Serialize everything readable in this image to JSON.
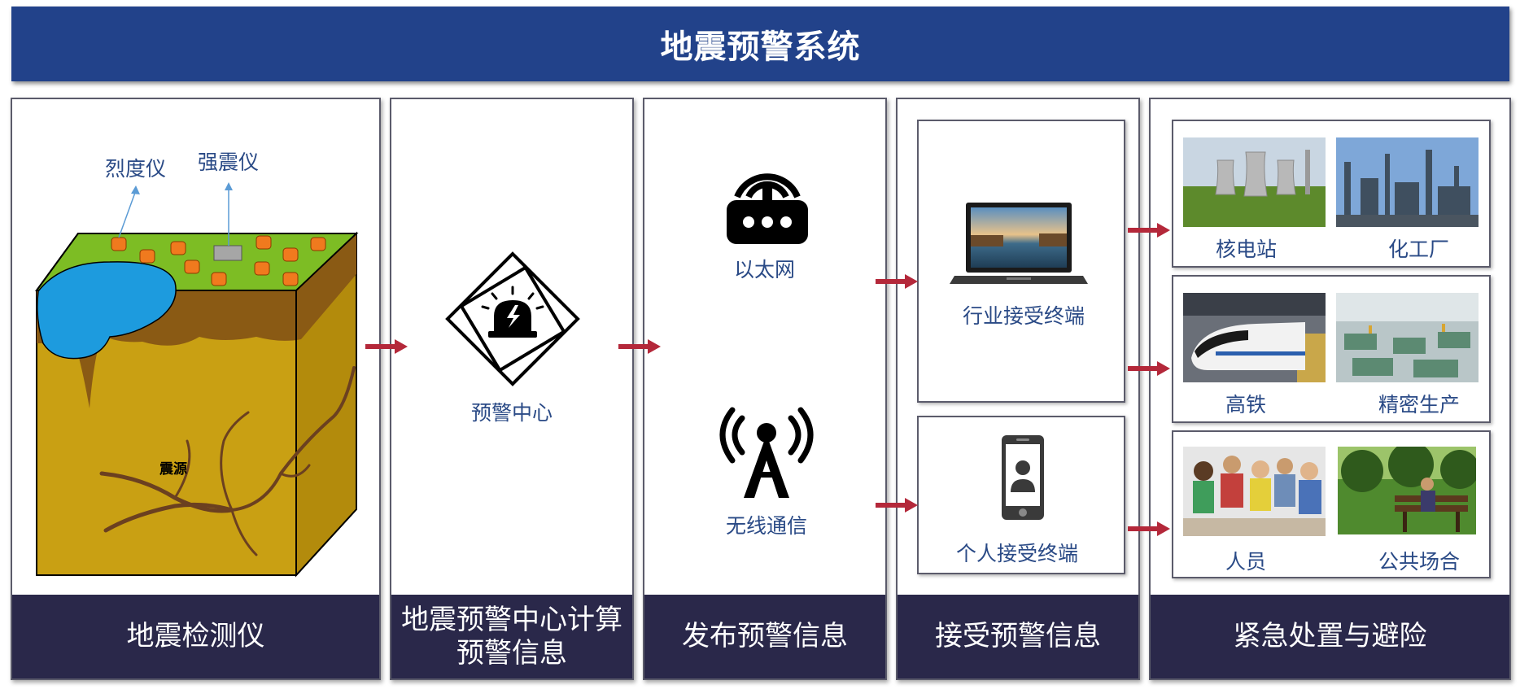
{
  "title": "地震预警系统",
  "panels": {
    "detect": {
      "footer": "地震检测仪",
      "intensity_label": "烈度仪",
      "strong_motion_label": "强震仪",
      "source_label": "震源"
    },
    "compute": {
      "footer_line1": "地震预警中心计算",
      "footer_line2": "预警信息",
      "center_label": "预警中心"
    },
    "publish": {
      "footer": "发布预警信息",
      "ethernet_label": "以太网",
      "wireless_label": "无线通信"
    },
    "receive": {
      "footer": "接受预警信息",
      "industry_label": "行业接受终端",
      "personal_label": "个人接受终端"
    },
    "response": {
      "footer": "紧急处置与避险",
      "items": [
        "核电站",
        "化工厂",
        "高铁",
        "精密生产",
        "人员",
        "公共场合"
      ]
    }
  },
  "colors": {
    "title_bg": "#22428a",
    "footer_bg": "#2a284a",
    "arrow": "#b4283a",
    "label_text": "#2a4a86"
  }
}
